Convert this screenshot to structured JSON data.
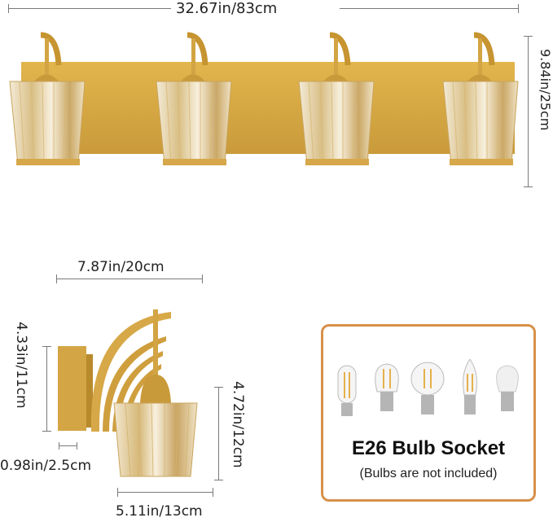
{
  "dimensions": {
    "overall_width": "32.67in/83cm",
    "overall_height": "9.84in/25cm",
    "single_width": "7.87in/20cm",
    "backplate_height": "4.33in/11cm",
    "backplate_depth": "0.98in/2.5cm",
    "shade_height": "4.72in/12cm",
    "shade_width": "5.11in/13cm"
  },
  "bulb_panel": {
    "title": "E26 Bulb Socket",
    "note": "(Bulbs are not included)",
    "bulbs": [
      "tubular-filament-bulb",
      "a-shape-filament-bulb",
      "globe-filament-bulb",
      "candle-filament-bulb",
      "frosted-led-bulb"
    ],
    "border_color": "#d7914a"
  },
  "colors": {
    "gold": "#c99a3a",
    "dimension_line": "#7a7a7a"
  },
  "fixture": {
    "light_count": 4
  }
}
